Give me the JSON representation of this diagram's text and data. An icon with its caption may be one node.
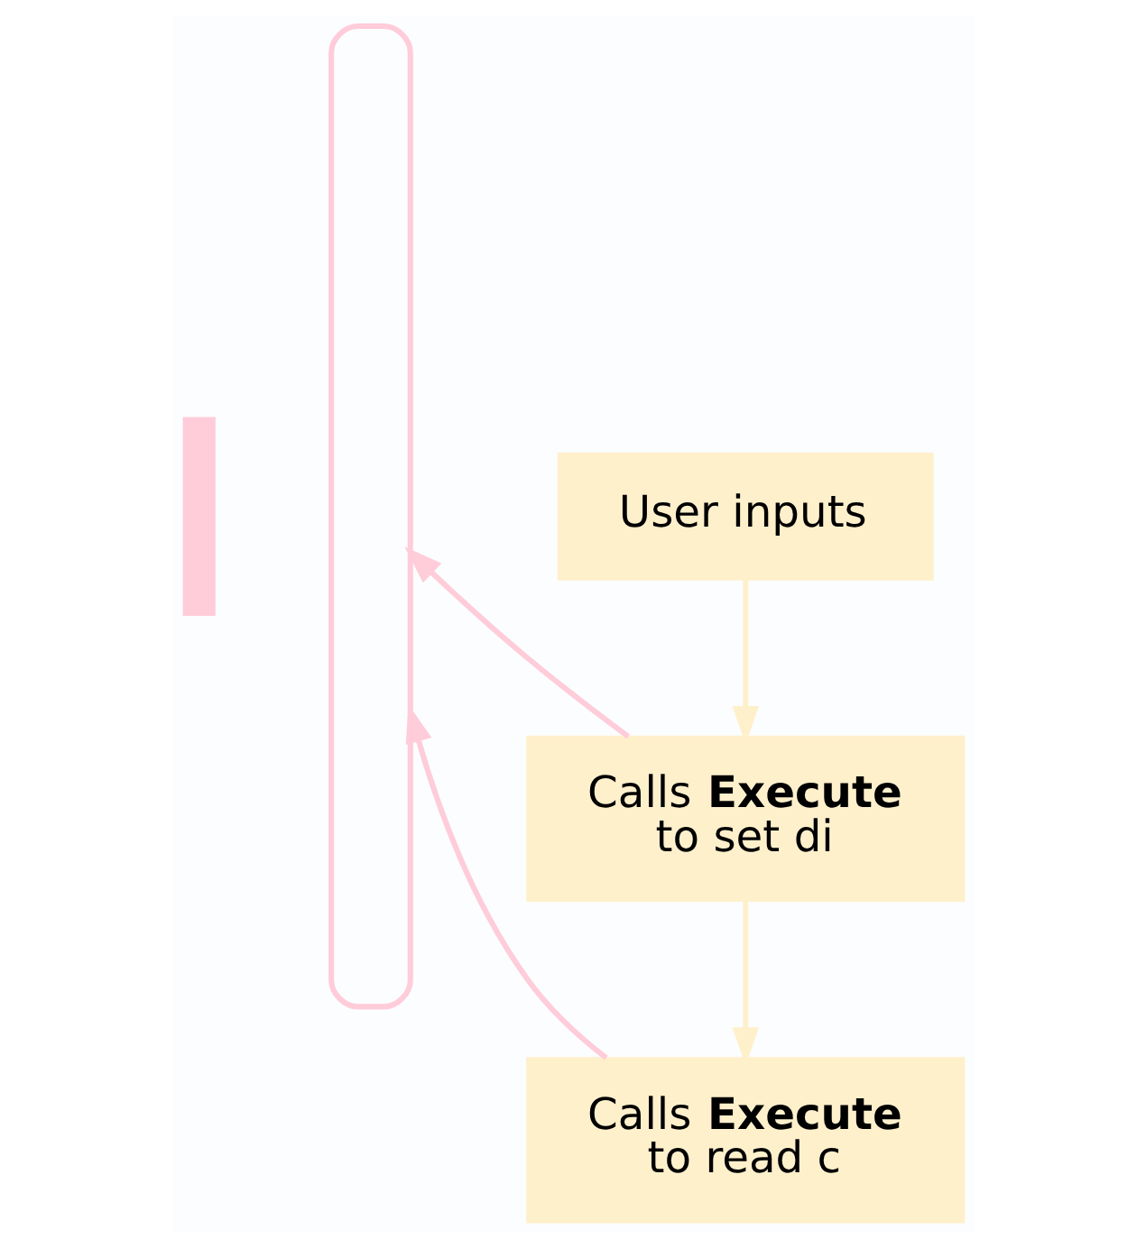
{
  "diagram": {
    "nodes": [
      {
        "text": [
          "User inputs"
        ]
      },
      {
        "text": [
          "Calls **Execute** to set di"
        ]
      },
      {
        "text": [
          "Calls **Execute** to read c"
        ]
      },
      {
        "text": [],
        "shape": "bracket"
      },
      {
        "text": [],
        "shape": "bar"
      }
    ],
    "edges": [
      {
        "from": 0,
        "to": 1,
        "arrow": "to",
        "color": "#fff0cc"
      },
      {
        "from": 1,
        "to": 2,
        "arrow": "to",
        "color": "#fff0cc"
      },
      {
        "from": 1,
        "to": 3,
        "arrow": "to",
        "color": "#ffccd9"
      },
      {
        "from": 2,
        "to": 3,
        "arrow": "to",
        "color": "#ffccd9"
      }
    ]
  }
}
